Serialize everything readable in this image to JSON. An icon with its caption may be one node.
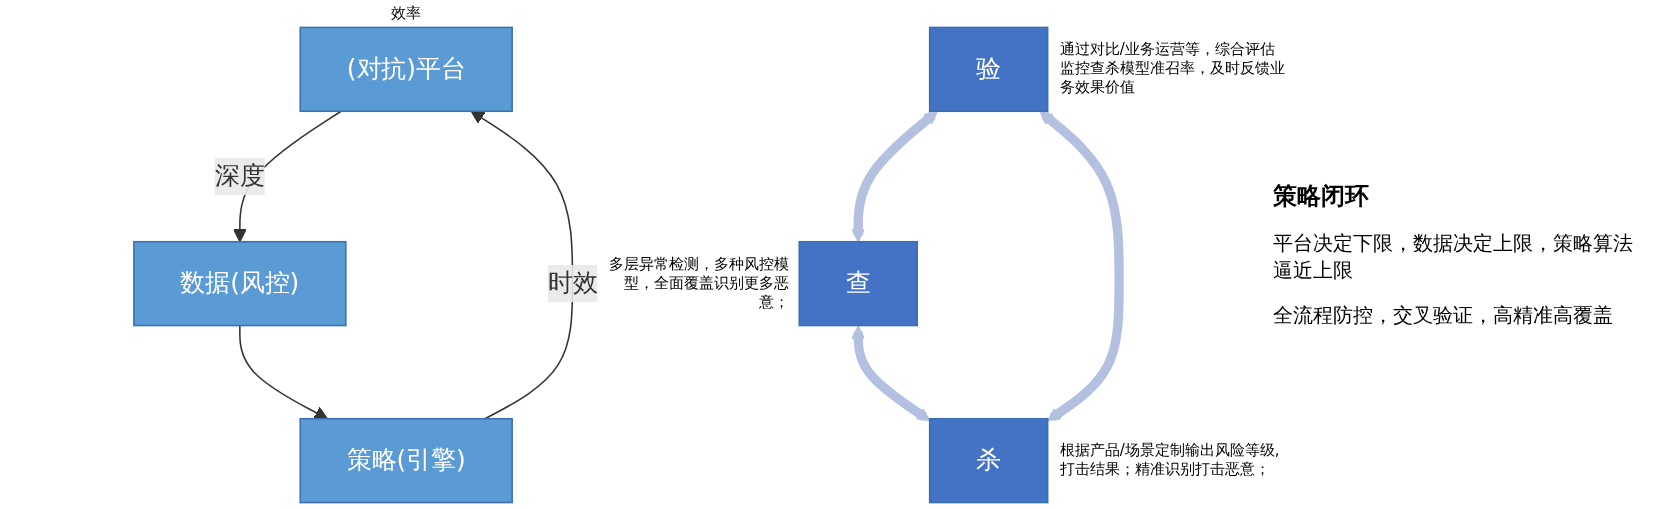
{
  "diagram": {
    "nodes": [
      {
        "text": [
          "(对抗)平台"
        ],
        "beside": [
          "效率"
        ]
      },
      {
        "text": [
          "策略(引擎)"
        ]
      },
      {
        "text": [
          "数据(风控)"
        ]
      },
      {
        "text": [
          "查"
        ],
        "beside": [
          "多层异常检测，多种风控模型，全面覆盖识别更多恶意；"
        ]
      },
      {
        "text": [
          "验"
        ],
        "beside": [
          "通过对比/业务运营等，综合评估监控查杀模型准召率，及时反馈业务效果价值"
        ]
      },
      {
        "text": [
          "杀"
        ],
        "beside": [
          "根据产品/场景定制输出风险等级,打击结果；精准识别打击恶意；"
        ]
      }
    ],
    "edges": [
      {
        "from": 1,
        "to": 0,
        "arrow": "to",
        "label": "时效"
      },
      {
        "from": 0,
        "to": 2,
        "arrow": "to",
        "label": "深度"
      },
      {
        "from": 2,
        "to": 1,
        "arrow": "to"
      },
      {
        "from": 4,
        "to": 3,
        "arrow": "both",
        "style": "thick",
        "color": "#b4c0e0"
      },
      {
        "from": 3,
        "to": 5,
        "arrow": "both",
        "style": "thick",
        "color": "#b4c0e0"
      },
      {
        "from": 4,
        "to": 5,
        "arrow": "both",
        "style": "thick",
        "color": "#b4c0e0"
      }
    ],
    "labels": [
      "策略闭环",
      "平台决定下限，数据决定上限，策略算法逼近上限",
      "全流程防控，交叉验证，高精准高覆盖"
    ]
  }
}
